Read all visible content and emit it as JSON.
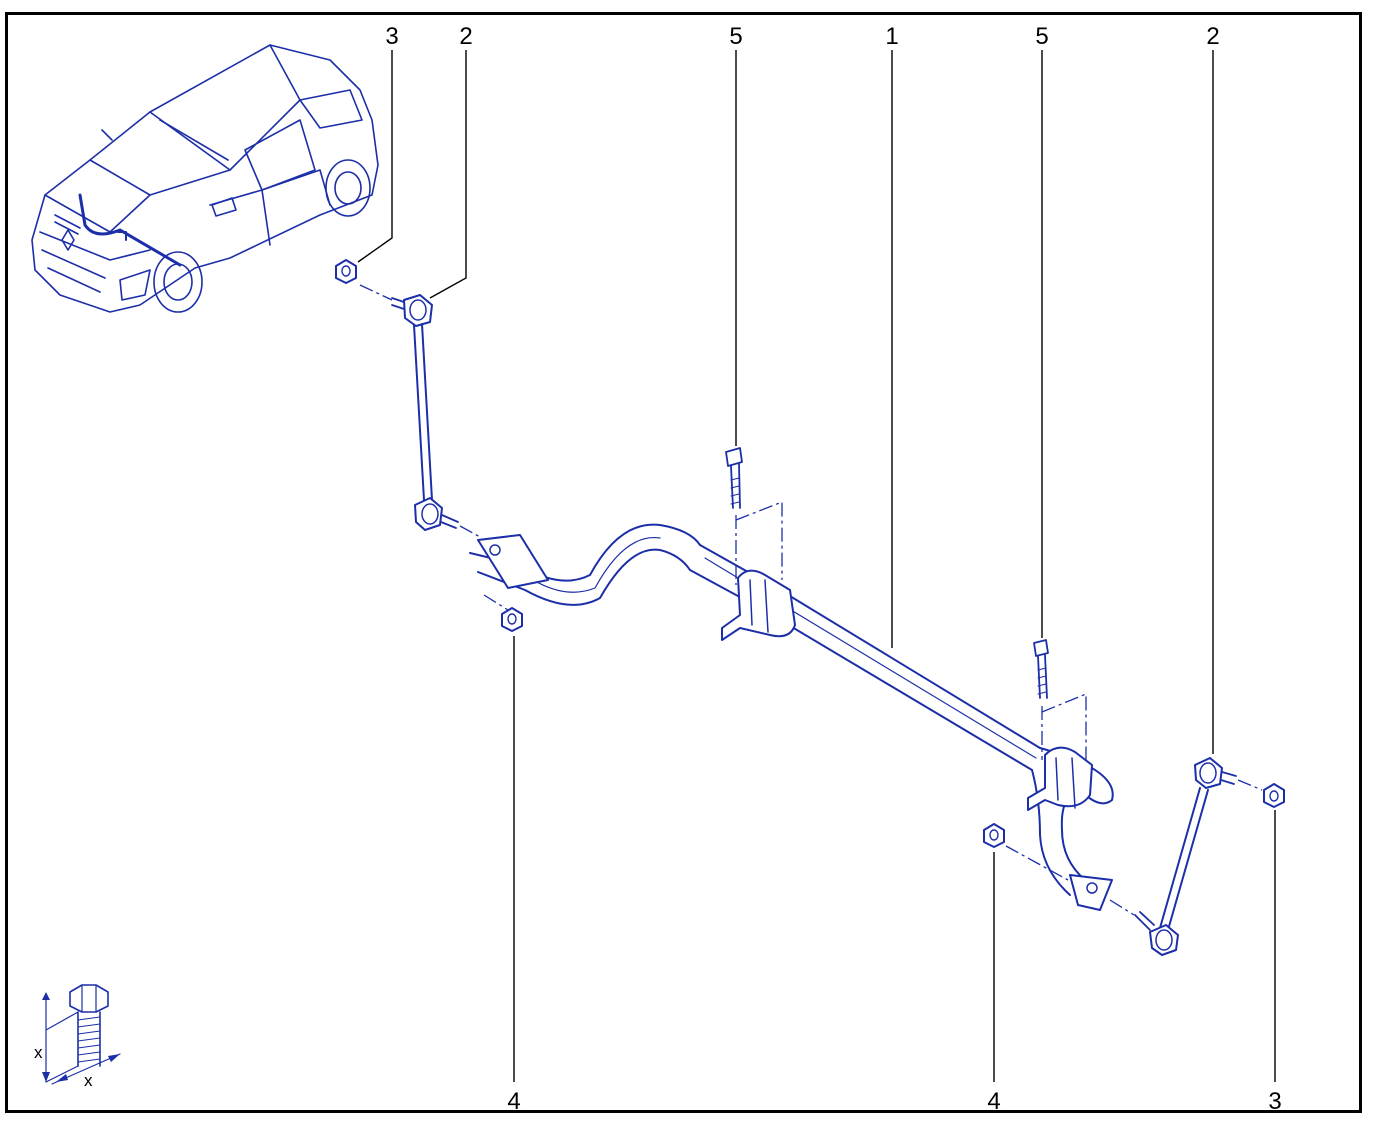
{
  "diagram": {
    "callouts": {
      "c3a": "3",
      "c2a": "2",
      "c5a": "5",
      "c1": "1",
      "c5b": "5",
      "c2b": "2",
      "c4a": "4",
      "c4b": "4",
      "c3b": "3"
    },
    "legend": {
      "x_label_1": "x",
      "x_label_2": "x"
    },
    "colors": {
      "line": "#1c2fa8",
      "leader": "#000000",
      "frame": "#000000"
    },
    "icons": [
      "car-icon",
      "bolt-length-icon"
    ]
  }
}
